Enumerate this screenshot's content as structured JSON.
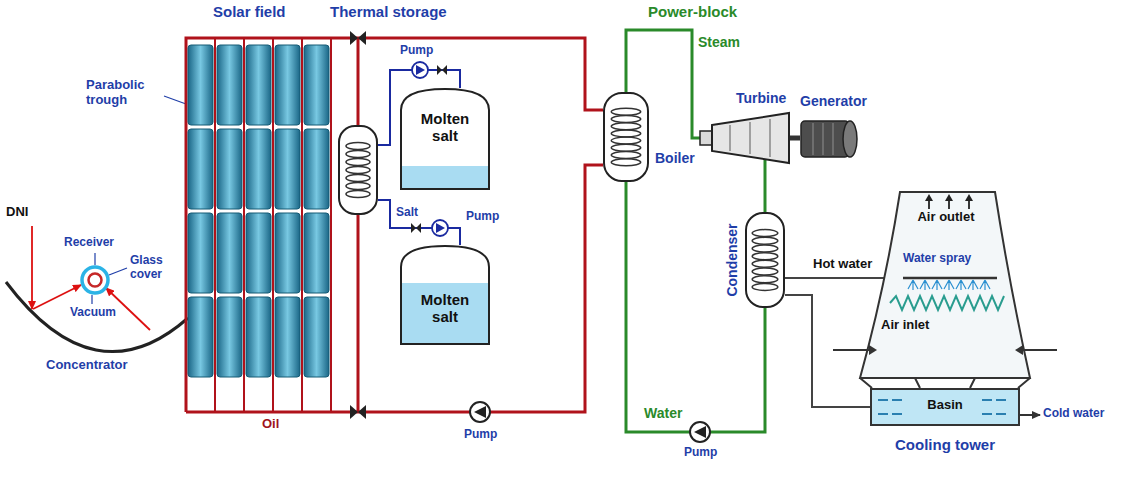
{
  "diagram": {
    "nodes": [
      {
        "text": [
          "Molten salt"
        ]
      },
      {
        "text": [
          "Molten salt"
        ]
      },
      {
        "text": [
          "Boiler"
        ]
      },
      {
        "text": [
          "Turbine"
        ]
      },
      {
        "text": [
          "Generator"
        ]
      },
      {
        "text": [
          "Condenser"
        ]
      },
      {
        "text": [
          "Air outlet",
          "Water spray",
          "Air inlet",
          "Cooling tower"
        ]
      },
      {
        "text": [
          "Basin"
        ],
        "in": 6
      }
    ],
    "edges": [
      {
        "from": 2,
        "to": 3,
        "arrow": "none"
      },
      {
        "from": 3,
        "to": 4,
        "arrow": "none"
      },
      {
        "from": 3,
        "to": 5,
        "arrow": "none"
      },
      {
        "from": 5,
        "to": 2,
        "arrow": "none"
      },
      {
        "from": 5,
        "to": 6,
        "arrow": "to"
      },
      {
        "from": 7,
        "to": 5,
        "arrow": "none"
      }
    ],
    "labels": [
      "Solar field",
      "Thermal storage",
      "Power-block",
      "DNI",
      "Receiver",
      "Glass cover",
      "Vacuum",
      "Concentrator",
      "Parabolic trough",
      "Pump",
      "Salt",
      "Pump",
      "Oil",
      "Pump",
      "Steam",
      "Hot water",
      "Water",
      "Pump",
      "Cold water"
    ]
  }
}
